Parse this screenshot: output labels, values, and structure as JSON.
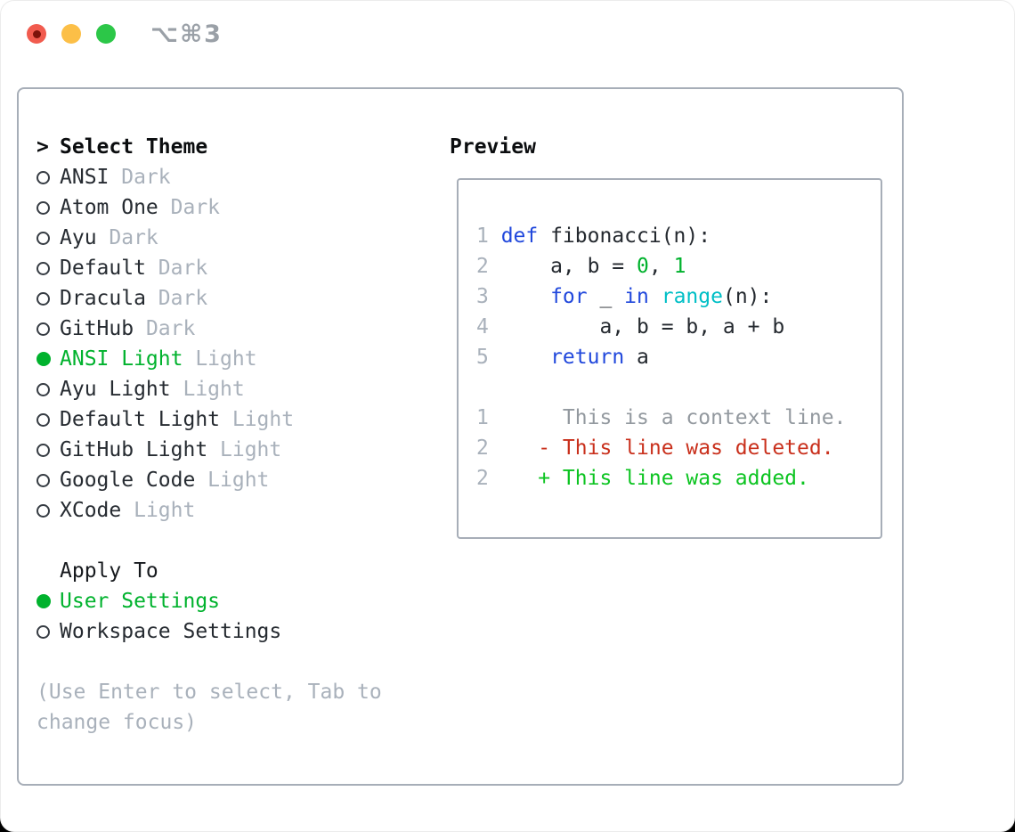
{
  "window": {
    "title": "⌥⌘3"
  },
  "theme_panel": {
    "prompt": ">",
    "header": "Select Theme",
    "items": [
      {
        "name": "ANSI",
        "variant": "Dark",
        "selected": false
      },
      {
        "name": "Atom One",
        "variant": "Dark",
        "selected": false
      },
      {
        "name": "Ayu",
        "variant": "Dark",
        "selected": false
      },
      {
        "name": "Default",
        "variant": "Dark",
        "selected": false
      },
      {
        "name": "Dracula",
        "variant": "Dark",
        "selected": false
      },
      {
        "name": "GitHub",
        "variant": "Dark",
        "selected": false
      },
      {
        "name": "ANSI Light",
        "variant": "Light",
        "selected": true
      },
      {
        "name": "Ayu Light",
        "variant": "Light",
        "selected": false
      },
      {
        "name": "Default Light",
        "variant": "Light",
        "selected": false
      },
      {
        "name": "GitHub Light",
        "variant": "Light",
        "selected": false
      },
      {
        "name": "Google Code",
        "variant": "Light",
        "selected": false
      },
      {
        "name": "XCode",
        "variant": "Light",
        "selected": false
      }
    ]
  },
  "apply_panel": {
    "header": "Apply To",
    "items": [
      {
        "name": "User Settings",
        "selected": true
      },
      {
        "name": "Workspace Settings",
        "selected": false
      }
    ]
  },
  "help_text": {
    "line1": "(Use Enter to select, Tab to",
    "line2": "change focus)"
  },
  "preview": {
    "header": "Preview",
    "lines": [
      {
        "num": "1",
        "tokens": [
          {
            "text": "def",
            "style": "kw"
          },
          {
            "text": " fibonacci(n):",
            "style": "fg"
          }
        ]
      },
      {
        "num": "2",
        "tokens": [
          {
            "text": "    a, b = ",
            "style": "fg"
          },
          {
            "text": "0",
            "style": "lit"
          },
          {
            "text": ", ",
            "style": "fg"
          },
          {
            "text": "1",
            "style": "lit"
          }
        ]
      },
      {
        "num": "3",
        "tokens": [
          {
            "text": "    ",
            "style": "fg"
          },
          {
            "text": "for",
            "style": "kw"
          },
          {
            "text": " _ ",
            "style": "fg"
          },
          {
            "text": "in",
            "style": "kw"
          },
          {
            "text": " ",
            "style": "fg"
          },
          {
            "text": "range",
            "style": "fn"
          },
          {
            "text": "(n):",
            "style": "fg"
          }
        ]
      },
      {
        "num": "4",
        "tokens": [
          {
            "text": "        a, b = b, a + b",
            "style": "fg"
          }
        ]
      },
      {
        "num": "5",
        "tokens": [
          {
            "text": "    ",
            "style": "fg"
          },
          {
            "text": "return",
            "style": "kw"
          },
          {
            "text": " a",
            "style": "fg"
          }
        ]
      },
      {
        "num": "",
        "tokens": []
      },
      {
        "num": "1",
        "tokens": [
          {
            "text": "     This is a context line.",
            "style": "ctx"
          }
        ]
      },
      {
        "num": "2",
        "tokens": [
          {
            "text": "   - This line was deleted.",
            "style": "del"
          }
        ]
      },
      {
        "num": "2",
        "tokens": [
          {
            "text": "   + This line was added.",
            "style": "add"
          }
        ]
      }
    ]
  },
  "colors": {
    "accent_green": "#00b22d",
    "keyword_blue": "#2148dc",
    "builtin_cyan": "#00bfc6",
    "literal_green": "#00b22d",
    "deleted_red": "#c9301c",
    "added_green": "#0cc421",
    "muted_gray": "#a9b1bb",
    "panel_border": "#a7aeb8",
    "traffic_red": "#f15b4e",
    "traffic_yellow": "#fcbf47",
    "traffic_green": "#2cc748"
  }
}
